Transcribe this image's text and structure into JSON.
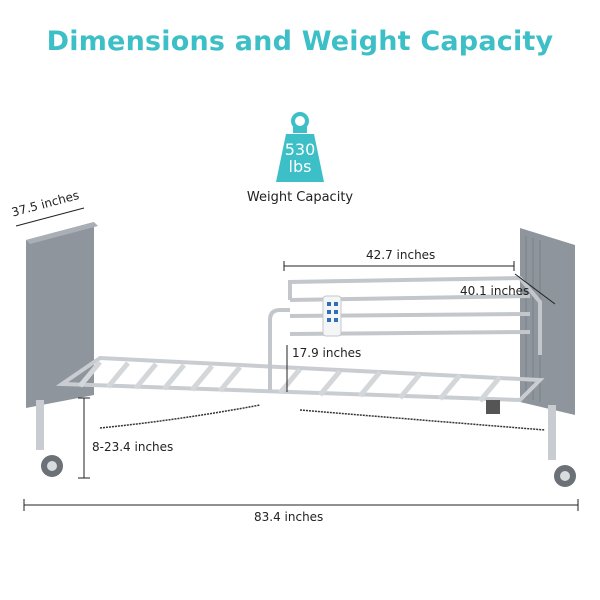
{
  "title": "Dimensions and Weight Capacity",
  "weight_badge": {
    "value": "530",
    "unit": "lbs",
    "caption": "Weight Capacity",
    "color": "#3cbfc6",
    "icon": "weight-icon"
  },
  "dimensions": {
    "width": "37.5 inches",
    "rail_length": "42.7 inches",
    "rail_height": "40.1 inches",
    "clearance": "17.9 inches",
    "height_range": "8-23.4 inches",
    "length": "83.4 inches"
  },
  "colors": {
    "title": "#3cbfc6",
    "headboard": "#8e959c",
    "frame": "#d4d7da"
  }
}
